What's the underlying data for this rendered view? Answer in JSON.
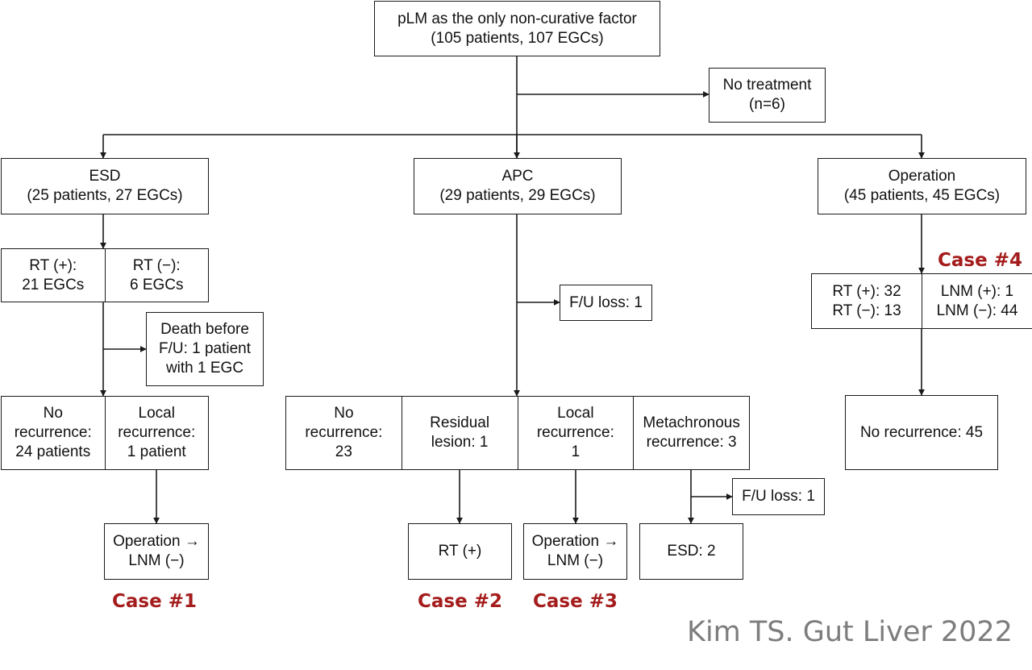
{
  "root": "pLM as the only non-curative factor\n(105 patients, 107 EGCs)",
  "no_treatment": "No treatment\n(n=6)",
  "esd": {
    "title": "ESD\n(25 patients, 27 EGCs)",
    "rt_pos": "RT (+):\n21 EGCs",
    "rt_neg": "RT (−):\n6 EGCs",
    "death": "Death before\nF/U: 1 patient\nwith 1 EGC",
    "no_recurrence": "No\nrecurrence:\n24 patients",
    "local_recurrence": "Local\nrecurrence:\n1 patient",
    "operation": "Operation →\nLNM (−)"
  },
  "apc": {
    "title": "APC\n(29 patients, 29 EGCs)",
    "fu_loss": "F/U loss: 1",
    "no_recurrence": "No\nrecurrence:\n23",
    "residual": "Residual\nlesion: 1",
    "local_recurrence": "Local\nrecurrence:\n1",
    "metachronous": "Metachronous\nrecurrence: 3",
    "rt_pos": "RT (+)",
    "operation": "Operation →\nLNM (−)",
    "fu_loss2": "F/U loss: 1",
    "esd": "ESD: 2"
  },
  "operation": {
    "title": "Operation\n(45 patients, 45 EGCs)",
    "rt": "RT (+): 32\nRT (−): 13",
    "lnm": "LNM (+): 1\nLNM (−): 44",
    "no_recurrence": "No recurrence: 45"
  },
  "cases": {
    "case1": "Case #1",
    "case2": "Case #2",
    "case3": "Case #3",
    "case4": "Case #4"
  },
  "citation": "Kim TS. Gut Liver 2022",
  "colors": {
    "case_label": "#a51c1c",
    "citation": "#7d7d7d",
    "line": "#1a1a1a"
  }
}
